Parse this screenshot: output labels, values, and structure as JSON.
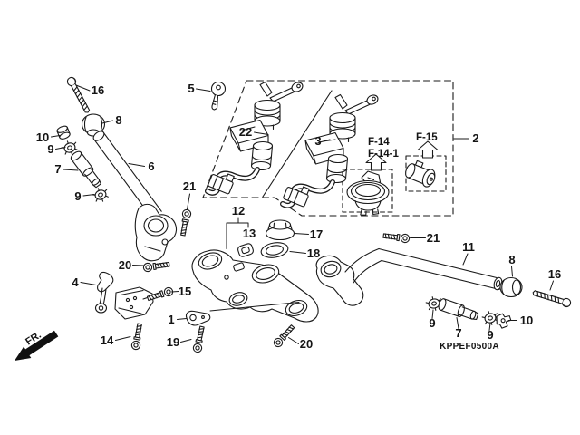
{
  "diagram": {
    "code": "KPPEF0500A",
    "fr_label": "FR.",
    "refs": {
      "f14": "F-14",
      "f14_1": "F-14-1",
      "f15": "F-15"
    },
    "callouts": {
      "c1": "1",
      "c2": "2",
      "c3": "3",
      "c4": "4",
      "c5": "5",
      "c6": "6",
      "c7": "7",
      "c8": "8",
      "c9": "9",
      "c10": "10",
      "c11": "11",
      "c12": "12",
      "c13": "13",
      "c14": "14",
      "c15": "15",
      "c16": "16",
      "c17": "17",
      "c18": "18",
      "c19": "19",
      "c20": "20",
      "c21": "21",
      "c22": "22"
    }
  }
}
